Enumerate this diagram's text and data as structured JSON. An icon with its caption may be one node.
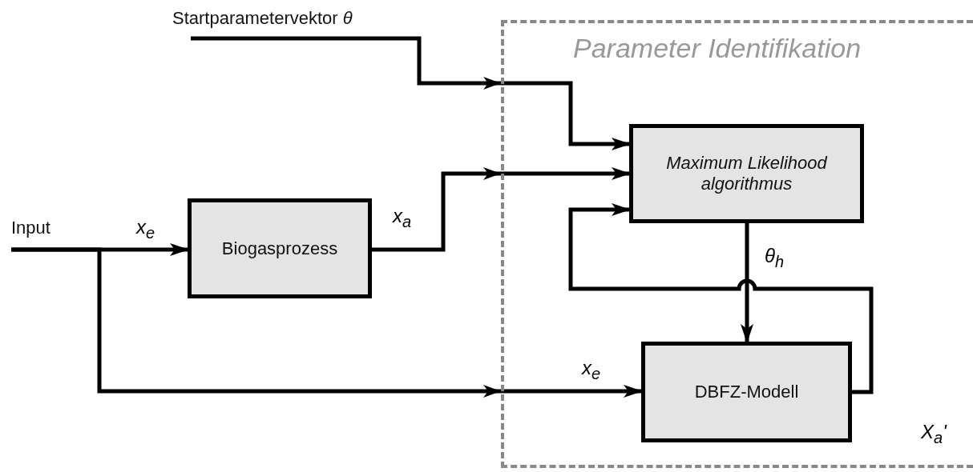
{
  "diagram": {
    "nodes": [
      {
        "text": [
          "Parameter Identifikation"
        ]
      },
      {
        "text": [
          "Startparametervektor *θ*"
        ]
      },
      {
        "text": [
          "Input"
        ]
      },
      {
        "text": [
          "Biogasprozess"
        ]
      },
      {
        "text": [
          "Maximum Likelihood algorithmus"
        ],
        "in": 0
      },
      {
        "text": [
          "DBFZ-Modell"
        ],
        "in": 0
      }
    ],
    "edges": [
      {
        "from": 1,
        "to": 4,
        "arrow": "to"
      },
      {
        "from": 2,
        "to": 3,
        "arrow": "to",
        "label": "x$_{e}$"
      },
      {
        "from": 3,
        "to": 4,
        "arrow": "to",
        "label": "x$_{a}$"
      },
      {
        "from": 2,
        "to": 5,
        "arrow": "to",
        "label": "x$_{e}$"
      },
      {
        "from": 4,
        "to": 5,
        "arrow": "to",
        "label": "θ$_{h}$"
      },
      {
        "from": 5,
        "to": 4,
        "arrow": "to"
      }
    ],
    "labels": [
      "X$_{a}$'"
    ]
  }
}
